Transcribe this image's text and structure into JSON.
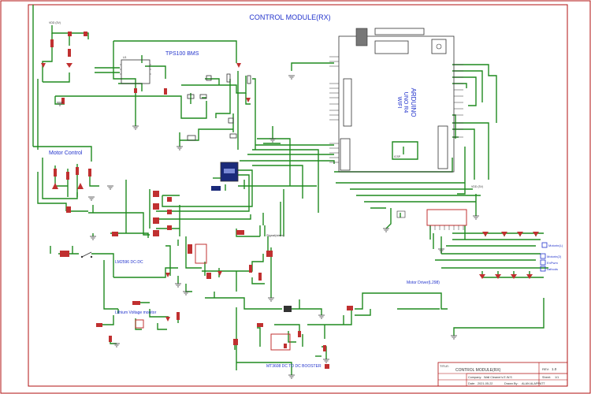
{
  "title": "CONTROL MODULE(RX)",
  "sections": {
    "bms": "TPS100 BMS",
    "motor_control": "Motor Control",
    "lm2596": "LM2596 DC-DC",
    "lithium": "Lithium Voltage monitor",
    "mt3608": "MT3608 DC TO DC BOOSTER",
    "motor_driver": "Motor Driver(L298)"
  },
  "arduino": {
    "name": "ARDUINO",
    "model": "UNO R4",
    "sub": "WIFI"
  },
  "labels": {
    "vdd1": "VDD (3V)",
    "vdd2": "VDD (3V)",
    "signal": "Signal(steer)"
  },
  "connectors": [
    "Motorin(L)",
    "Motorin(2)",
    "EnPwm",
    "cathods"
  ],
  "title_block": {
    "title_label": "TITLE:",
    "title": "CONTROL MODULE(RX)",
    "rev_label": "REV:",
    "rev": "1.0",
    "company_label": "Company:",
    "company": "Wall Cleaner's E.W.S",
    "sheet_label": "Sheet:",
    "sheet": "1/1",
    "date_label": "Date:",
    "date": "2021-05-22",
    "drawn_label": "Drawn By:",
    "drawn": "ALAN ALAPPATT"
  },
  "colors": {
    "wire": "#1f8a1f",
    "border": "#b01010",
    "text": "#2233cc",
    "component": "#333333"
  }
}
